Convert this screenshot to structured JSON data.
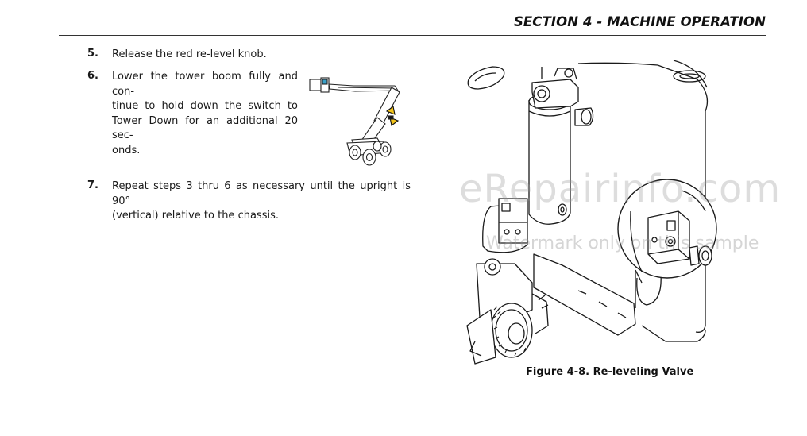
{
  "header": {
    "title": "SECTION 4 - MACHINE OPERATION"
  },
  "steps": [
    {
      "num": "5.",
      "text": "Release the red re-level knob."
    },
    {
      "num": "6.",
      "lines": [
        "Lower the tower boom fully and con-",
        "tinue to hold down the switch to",
        "Tower Down for an additional 20 sec-",
        "onds."
      ]
    },
    {
      "num": "7.",
      "lines": [
        "Repeat steps 3 thru 6 as necessary until the upright is 90°",
        "(vertical) relative to the chassis."
      ]
    }
  ],
  "figure": {
    "caption": "Figure 4-8. Re-leveling Valve"
  },
  "watermark": {
    "main": "eRepairinfo.com",
    "sub": "Watermark only on this sample"
  }
}
